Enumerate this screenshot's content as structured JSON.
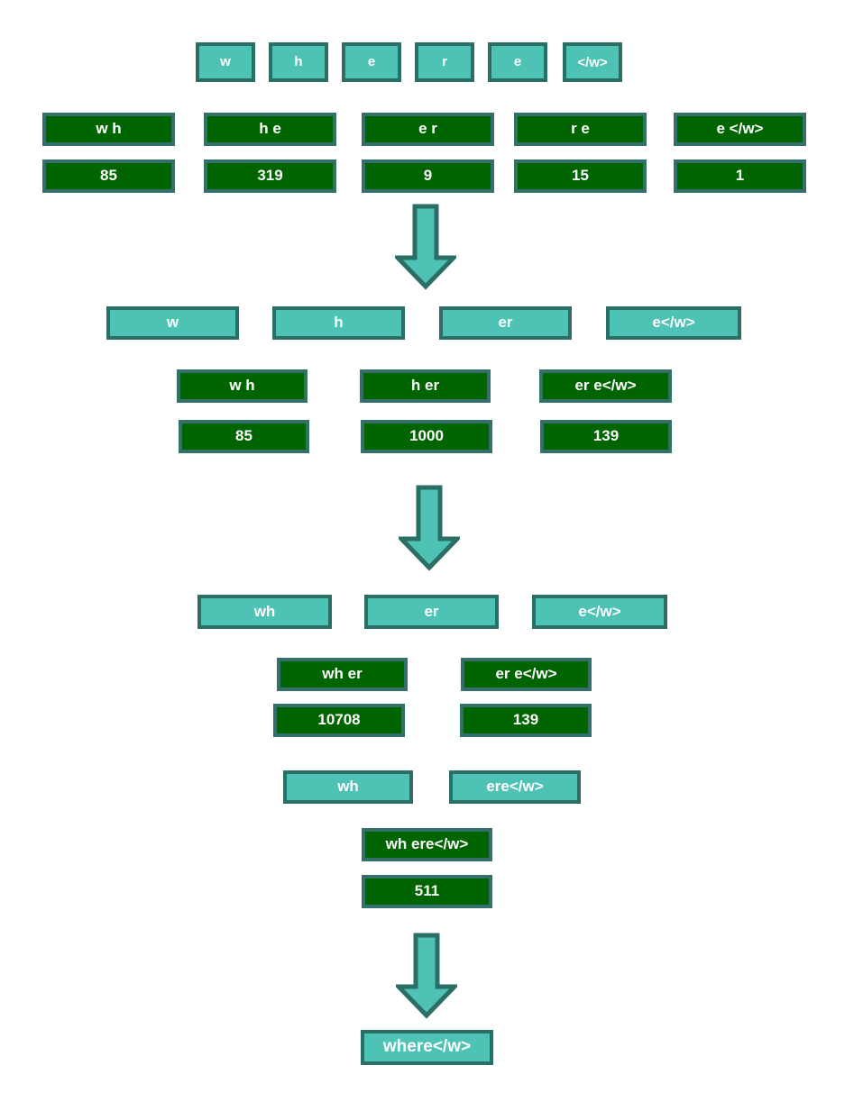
{
  "colors": {
    "teal_fill": "#4ec3b5",
    "teal_border": "#2b6e66",
    "green_fill": "#006400",
    "green_border": "#33706c",
    "text": "#ffffff",
    "background": "#ffffff"
  },
  "icons": {
    "down_arrow": "down-arrow"
  },
  "stage1": {
    "tokens": [
      "w",
      "h",
      "e",
      "r",
      "e",
      "</w>"
    ],
    "pairs": [
      {
        "label": "w h",
        "count": "85"
      },
      {
        "label": "h e",
        "count": "319"
      },
      {
        "label": "e r",
        "count": "9"
      },
      {
        "label": "r e",
        "count": "15"
      },
      {
        "label": "e </w>",
        "count": "1"
      }
    ]
  },
  "stage2": {
    "tokens": [
      "w",
      "h",
      "er",
      "e</w>"
    ],
    "pairs": [
      {
        "label": "w h",
        "count": "85"
      },
      {
        "label": "h er",
        "count": "1000"
      },
      {
        "label": "er e</w>",
        "count": "139"
      }
    ]
  },
  "stage3": {
    "tokens": [
      "wh",
      "er",
      "e</w>"
    ],
    "pairs": [
      {
        "label": "wh er",
        "count": "10708"
      },
      {
        "label": "er e</w>",
        "count": "139"
      }
    ]
  },
  "stage4": {
    "tokens": [
      "wh",
      "ere</w>"
    ],
    "pairs": [
      {
        "label": "wh ere</w>",
        "count": "511"
      }
    ]
  },
  "result": {
    "token": "where</w>"
  }
}
